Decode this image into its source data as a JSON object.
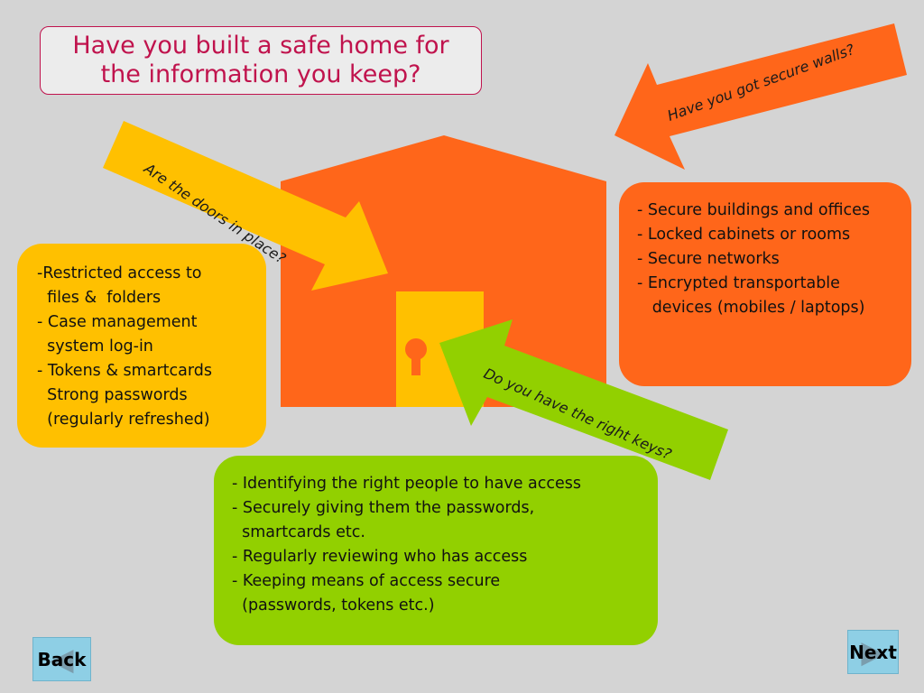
{
  "title": {
    "line1": "Have you built a safe home for",
    "line2": "the information you keep?"
  },
  "arrows": {
    "walls": "Have you got secure walls?",
    "doors": "Are the doors in place?",
    "keys": "Do you have the right keys?"
  },
  "panels": {
    "access": [
      "-Restricted access to",
      "  files &  folders",
      "- Case management",
      "  system log-in",
      "- Tokens & smartcards",
      "  Strong passwords",
      "  (regularly refreshed)"
    ],
    "security": [
      "- Secure buildings and offices",
      "- Locked cabinets or rooms",
      "- Secure networks",
      "- Encrypted transportable",
      "   devices (mobiles / laptops)"
    ],
    "keys": [
      "- Identifying the right people to have access",
      "- Securely giving them the passwords,",
      "  smartcards etc.",
      "- Regularly reviewing who has access",
      "- Keeping means of access secure",
      "  (passwords, tokens etc.)"
    ]
  },
  "nav": {
    "back_label": "Back",
    "next_label": "Next"
  },
  "colors": {
    "title": "#c0134d",
    "house": "#ff661a",
    "door": "#ffc000",
    "yellow": "#ffc000",
    "orange": "#ff661a",
    "green": "#92d000",
    "button": "#8ecfe5",
    "background": "#d4d4d4"
  },
  "icons": {
    "door_lock": "keyhole-icon",
    "back": "back-arrow-icon",
    "next": "next-arrow-icon"
  }
}
